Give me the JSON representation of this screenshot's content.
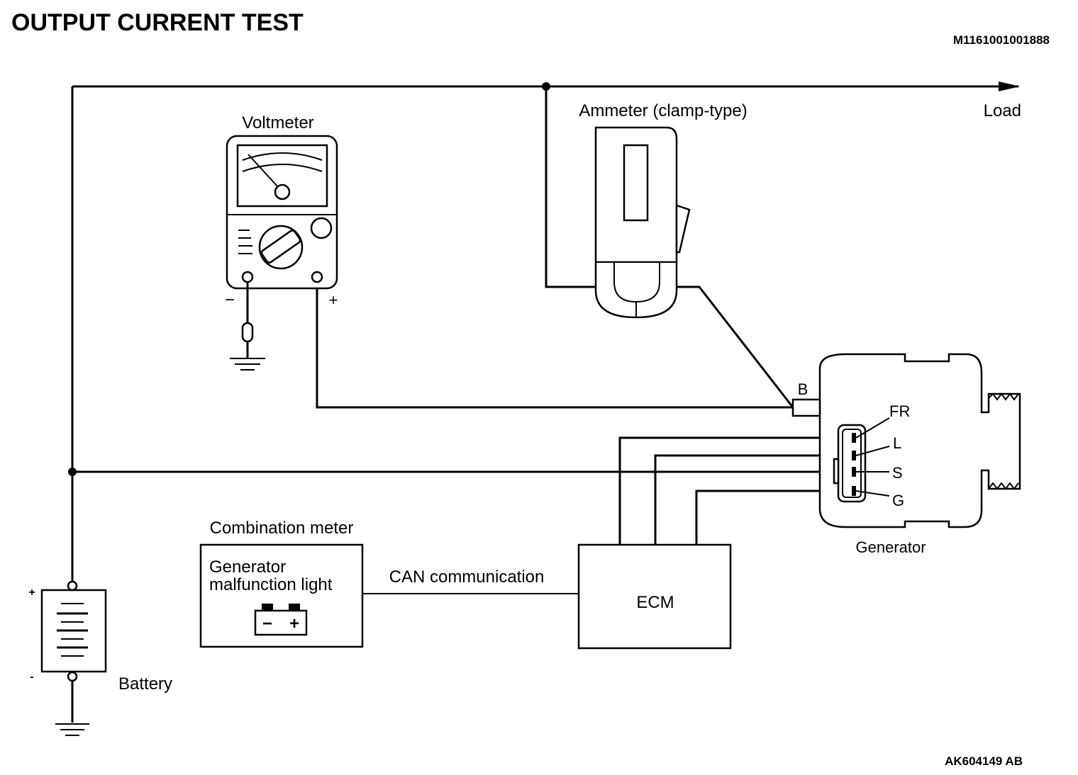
{
  "title": "OUTPUT CURRENT TEST",
  "doc_code": "M1161001001888",
  "figure_code": "AK604149 AB",
  "labels": {
    "voltmeter": "Voltmeter",
    "ammeter": "Ammeter (clamp-type)",
    "load": "Load",
    "generator": "Generator",
    "battery": "Battery",
    "combination_meter": "Combination meter",
    "warning_light_line1": "Generator",
    "warning_light_line2": "malfunction light",
    "can": "CAN communication",
    "ecm": "ECM",
    "terminal_b": "B",
    "terminal_fr": "FR",
    "terminal_l": "L",
    "terminal_s": "S",
    "terminal_g": "G",
    "minus": "−",
    "plus": "+",
    "battery_plus": "+",
    "battery_minus": "-",
    "battery_icon_minus": "−",
    "battery_icon_plus": "+"
  }
}
